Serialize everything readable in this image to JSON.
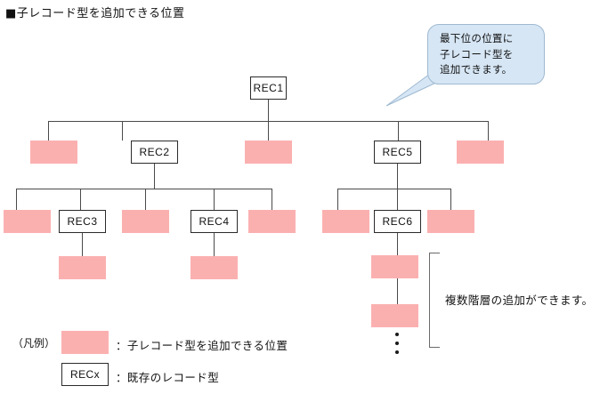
{
  "title": "■子レコード型を追加できる位置",
  "colors": {
    "slot_fill": "#fbb0b0",
    "node_border": "#2b2b2b",
    "line": "#4a4a4a",
    "callout_fill": "#d6e6f5",
    "callout_border": "#9fb9d0",
    "text": "#111111"
  },
  "callout": {
    "text": "最下位の位置に\n子レコード型を\n追加できます。"
  },
  "bracket_note": "複数階層の追加ができます。",
  "nodes": {
    "root": "REC1",
    "level2": [
      {
        "type": "slot",
        "label": ""
      },
      {
        "type": "rec",
        "label": "REC2"
      },
      {
        "type": "slot",
        "label": ""
      },
      {
        "type": "rec",
        "label": "REC5"
      },
      {
        "type": "slot",
        "label": ""
      }
    ],
    "level3_left": [
      {
        "type": "slot",
        "label": ""
      },
      {
        "type": "rec",
        "label": "REC3"
      },
      {
        "type": "slot",
        "label": ""
      },
      {
        "type": "rec",
        "label": "REC4"
      },
      {
        "type": "slot",
        "label": ""
      }
    ],
    "level3_right": [
      {
        "type": "slot",
        "label": ""
      },
      {
        "type": "rec",
        "label": "REC6"
      },
      {
        "type": "slot",
        "label": ""
      }
    ],
    "level4": [
      {
        "type": "slot",
        "label": "",
        "parent": "REC3"
      },
      {
        "type": "slot",
        "label": "",
        "parent": "REC4"
      },
      {
        "type": "slot",
        "label": "",
        "parent": "REC6"
      }
    ],
    "level5": [
      {
        "type": "slot",
        "label": "",
        "parent": "level4-rec6-slot"
      }
    ]
  },
  "legend": {
    "caption": "（凡例）",
    "slot_label": "：子レコード型を追加できる位置",
    "rec_sample": "RECx",
    "rec_label": "：既存のレコード型"
  }
}
